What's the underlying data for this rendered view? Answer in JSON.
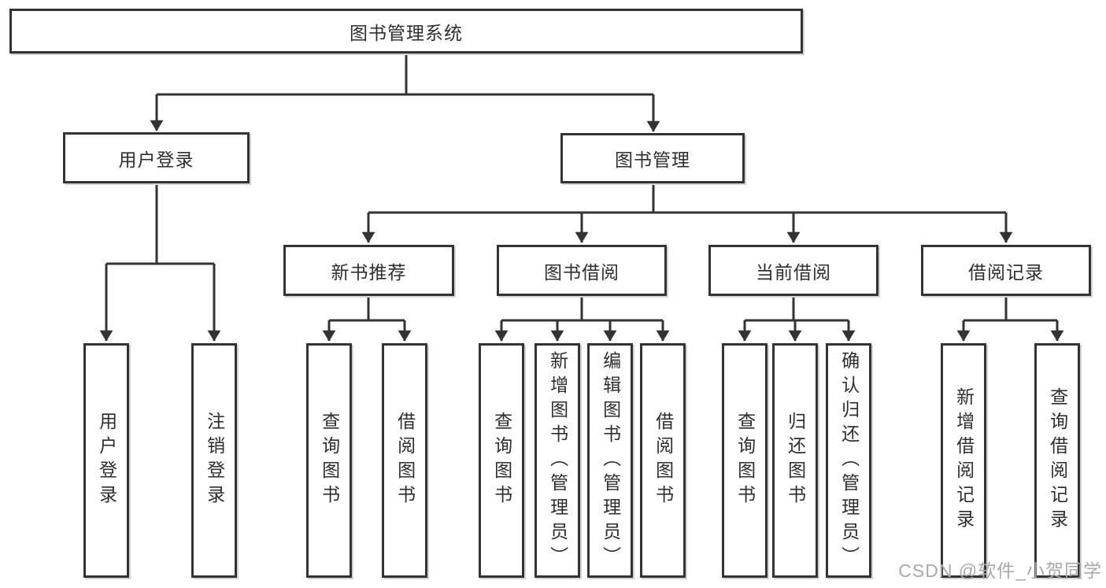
{
  "diagram": {
    "root": {
      "label": "图书管理系统"
    },
    "branches": [
      {
        "label": "用户登录",
        "leaves": [
          "用户登录",
          "注销登录"
        ]
      },
      {
        "label": "图书管理",
        "groups": [
          {
            "label": "新书推荐",
            "leaves": [
              "查询图书",
              "借阅图书"
            ]
          },
          {
            "label": "图书借阅",
            "leaves": [
              "查询图书",
              "新增图书（管理员）",
              "编辑图书（管理员）",
              "借阅图书"
            ]
          },
          {
            "label": "当前借阅",
            "leaves": [
              "查询图书",
              "归还图书",
              "确认归还（管理员）"
            ]
          },
          {
            "label": "借阅记录",
            "leaves": [
              "新增借阅记录",
              "查询借阅记录"
            ]
          }
        ]
      }
    ],
    "colors": {
      "line": "#333333",
      "box_border": "#333333",
      "text": "#2e2e2e",
      "watermark": "#a9a9a9",
      "background": "#ffffff"
    }
  },
  "watermark": {
    "text": "CSDN @软件_小贺同学"
  }
}
